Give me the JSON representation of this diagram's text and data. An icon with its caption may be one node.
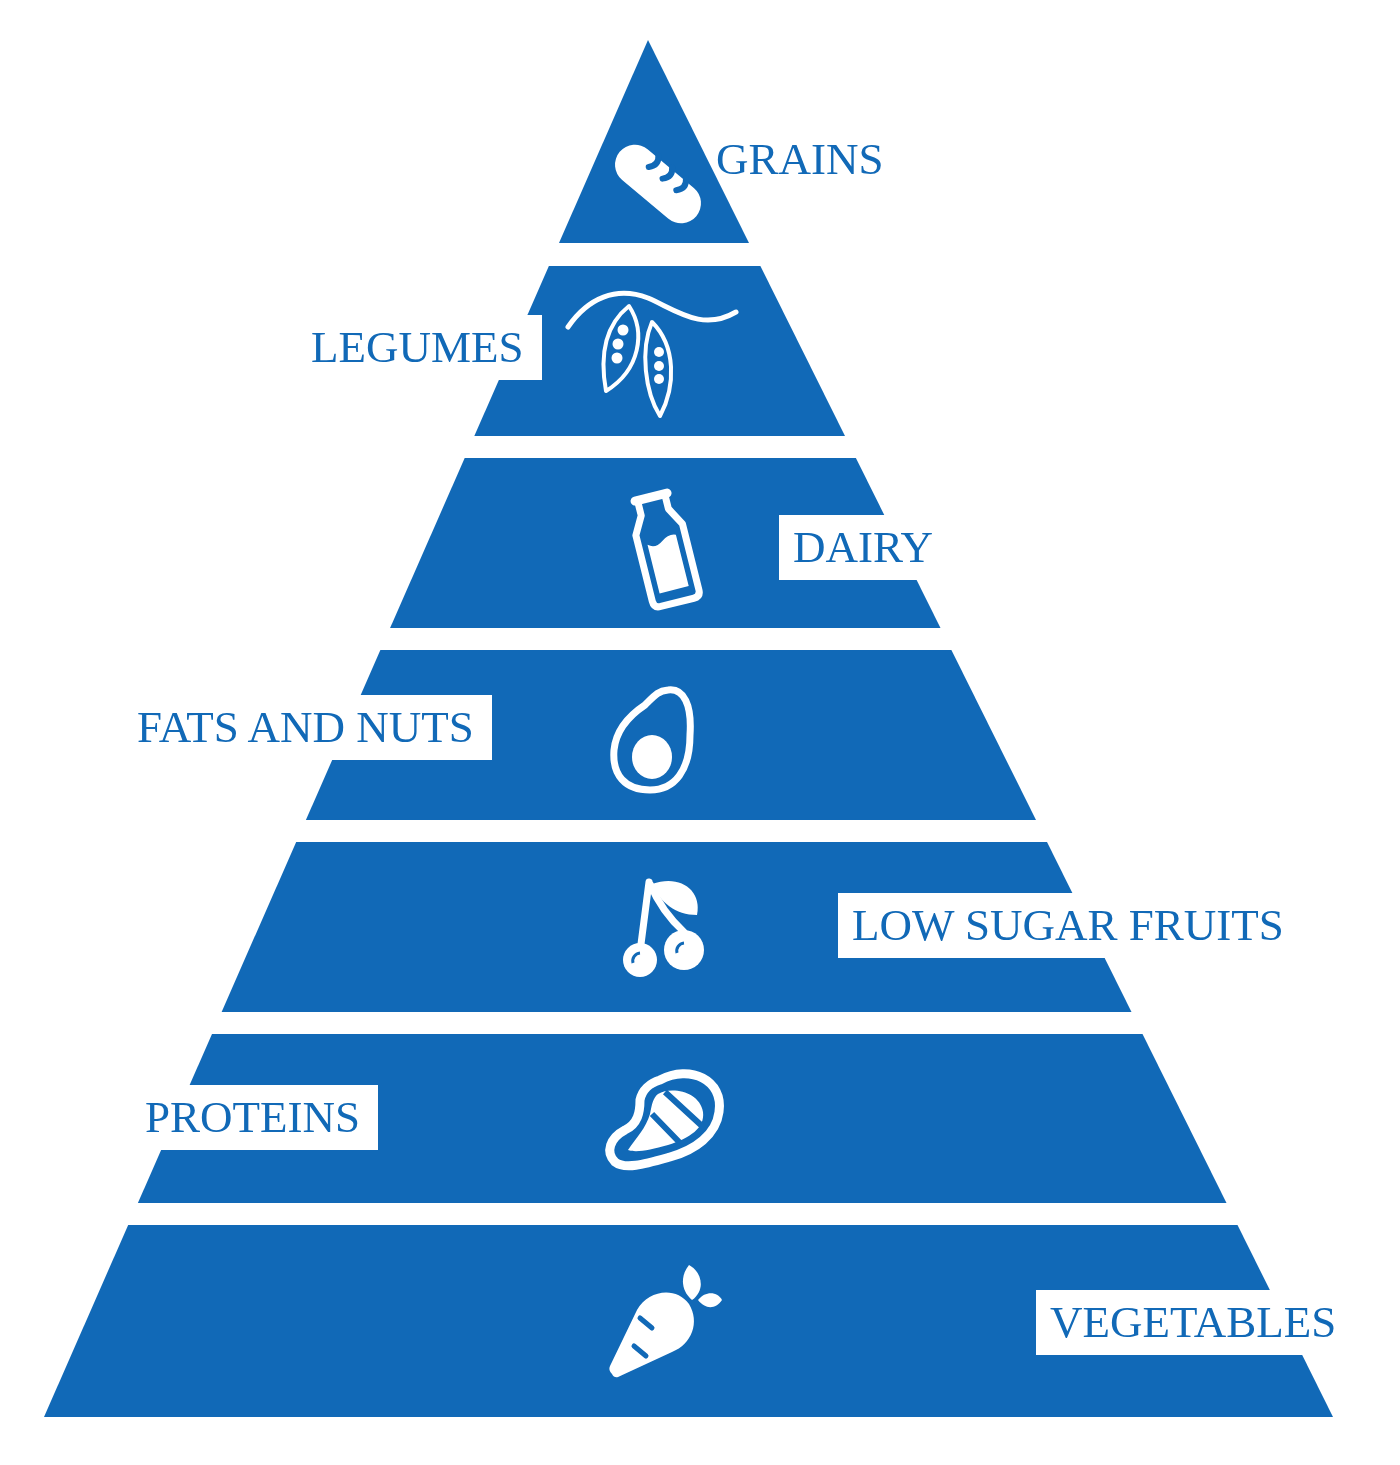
{
  "diagram": {
    "nodes": [
      {
        "text": [
          "GRAINS"
        ]
      },
      {
        "text": [
          "LEGUMES"
        ]
      },
      {
        "text": [
          "DAIRY"
        ]
      },
      {
        "text": [
          "FATS AND NUTS"
        ]
      },
      {
        "text": [
          "LOW SUGAR FRUITS"
        ]
      },
      {
        "text": [
          "PROTEINS"
        ]
      },
      {
        "text": [
          "VEGETABLES"
        ]
      }
    ]
  }
}
